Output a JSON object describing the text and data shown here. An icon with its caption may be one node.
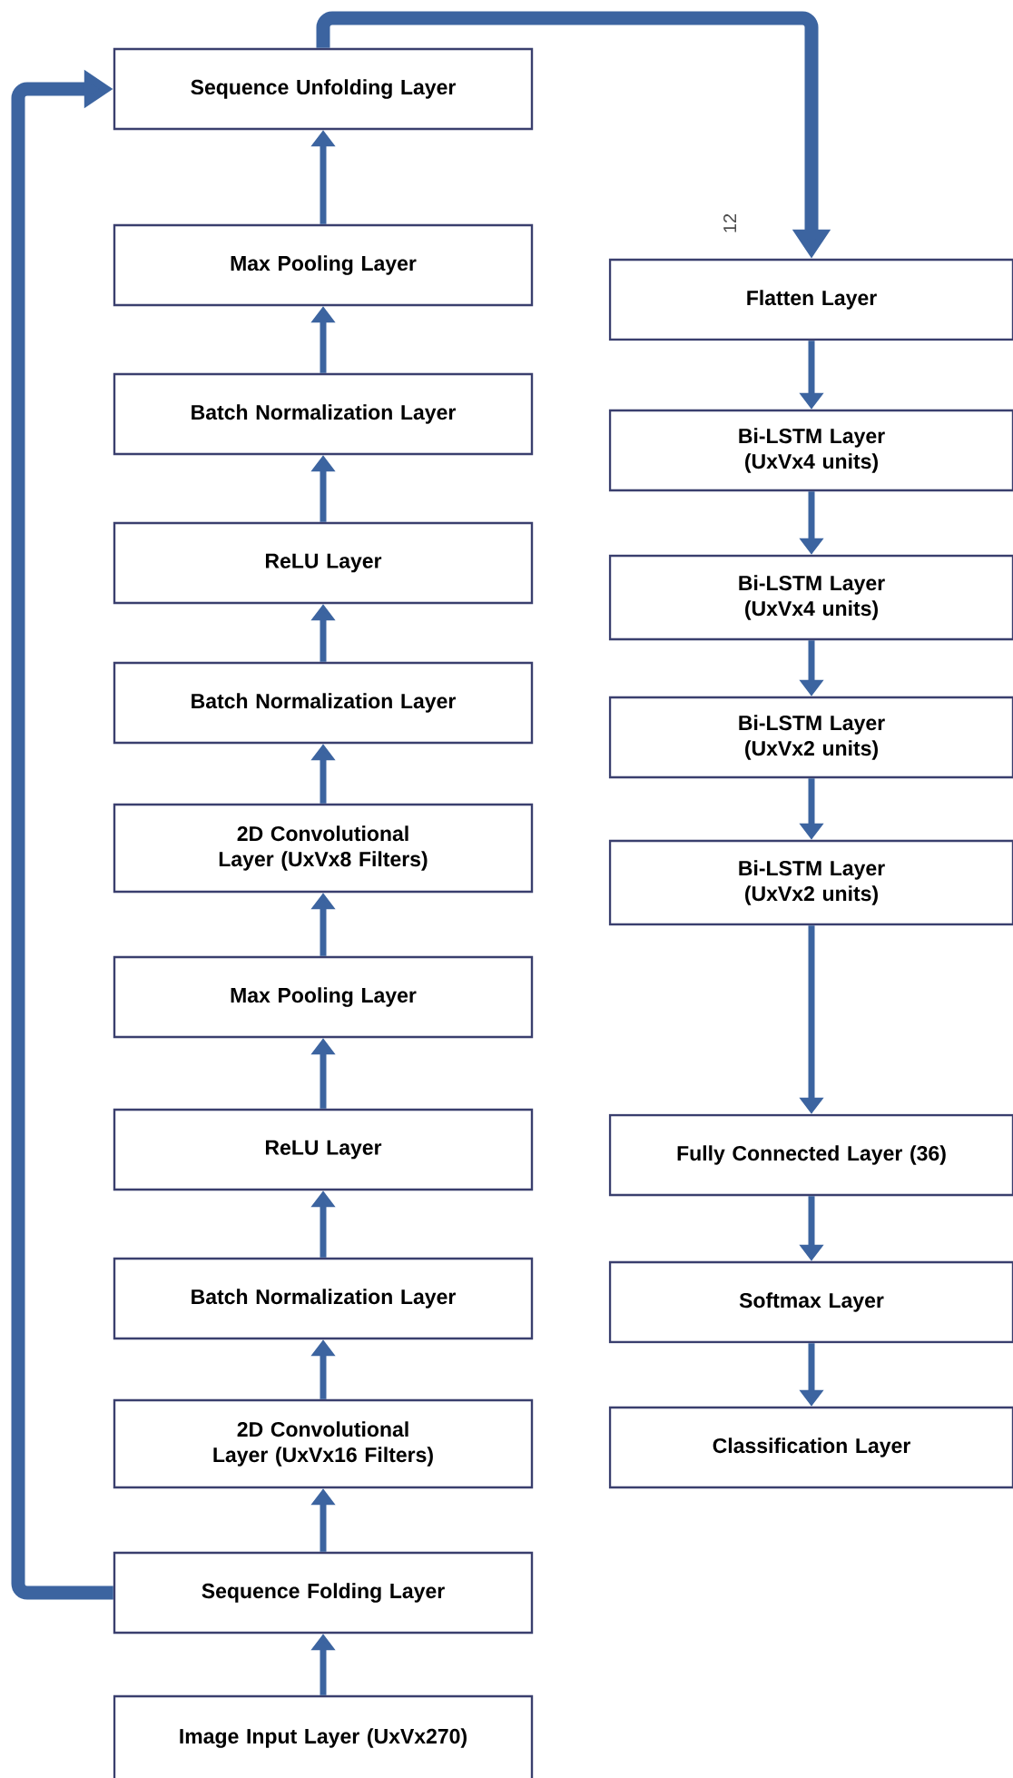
{
  "diagram": {
    "nodes": [
      {
        "text": [
          "Sequence Unfolding Layer"
        ]
      },
      {
        "text": [
          "Max Pooling Layer"
        ]
      },
      {
        "text": [
          "Batch Normalization Layer"
        ]
      },
      {
        "text": [
          "ReLU Layer"
        ]
      },
      {
        "text": [
          "Batch Normalization Layer"
        ]
      },
      {
        "text": [
          "2D Convolutional Layer (UxVx8 Filters)"
        ]
      },
      {
        "text": [
          "Max Pooling Layer"
        ]
      },
      {
        "text": [
          "ReLU Layer"
        ]
      },
      {
        "text": [
          "Batch Normalization Layer"
        ]
      },
      {
        "text": [
          "2D Convolutional Layer (UxVx16 Filters)"
        ]
      },
      {
        "text": [
          "Sequence Folding Layer"
        ]
      },
      {
        "text": [
          "Image Input Layer (UxVx270)"
        ]
      },
      {
        "text": [
          "Flatten Layer"
        ]
      },
      {
        "text": [
          "Bi-LSTM Layer (UxVx4 units)"
        ]
      },
      {
        "text": [
          "Bi-LSTM Layer (UxVx4 units)"
        ]
      },
      {
        "text": [
          "Bi-LSTM Layer (UxVx2 units)"
        ]
      },
      {
        "text": [
          "Bi-LSTM Layer (UxVx2 units)"
        ]
      },
      {
        "text": [
          "Fully Connected Layer (36)"
        ]
      },
      {
        "text": [
          "Softmax Layer"
        ]
      },
      {
        "text": [
          "Classification Layer"
        ]
      }
    ],
    "edges": [
      {
        "from": 11,
        "to": 10,
        "arrow": "to"
      },
      {
        "from": 10,
        "to": 9,
        "arrow": "to"
      },
      {
        "from": 9,
        "to": 8,
        "arrow": "to"
      },
      {
        "from": 8,
        "to": 7,
        "arrow": "to"
      },
      {
        "from": 7,
        "to": 6,
        "arrow": "to"
      },
      {
        "from": 6,
        "to": 5,
        "arrow": "to"
      },
      {
        "from": 5,
        "to": 4,
        "arrow": "to"
      },
      {
        "from": 4,
        "to": 3,
        "arrow": "to"
      },
      {
        "from": 3,
        "to": 2,
        "arrow": "to"
      },
      {
        "from": 2,
        "to": 1,
        "arrow": "to"
      },
      {
        "from": 1,
        "to": 0,
        "arrow": "to"
      },
      {
        "from": 10,
        "to": 0,
        "arrow": "to",
        "style": "thick"
      },
      {
        "from": 0,
        "to": 12,
        "arrow": "to",
        "style": "thick"
      },
      {
        "from": 12,
        "to": 13,
        "arrow": "to"
      },
      {
        "from": 13,
        "to": 14,
        "arrow": "to"
      },
      {
        "from": 14,
        "to": 15,
        "arrow": "to"
      },
      {
        "from": 15,
        "to": 16,
        "arrow": "to"
      },
      {
        "from": 16,
        "to": 17,
        "arrow": "to"
      },
      {
        "from": 17,
        "to": 18,
        "arrow": "to"
      },
      {
        "from": 18,
        "to": 19,
        "arrow": "to"
      }
    ],
    "labels": [
      "12"
    ]
  }
}
